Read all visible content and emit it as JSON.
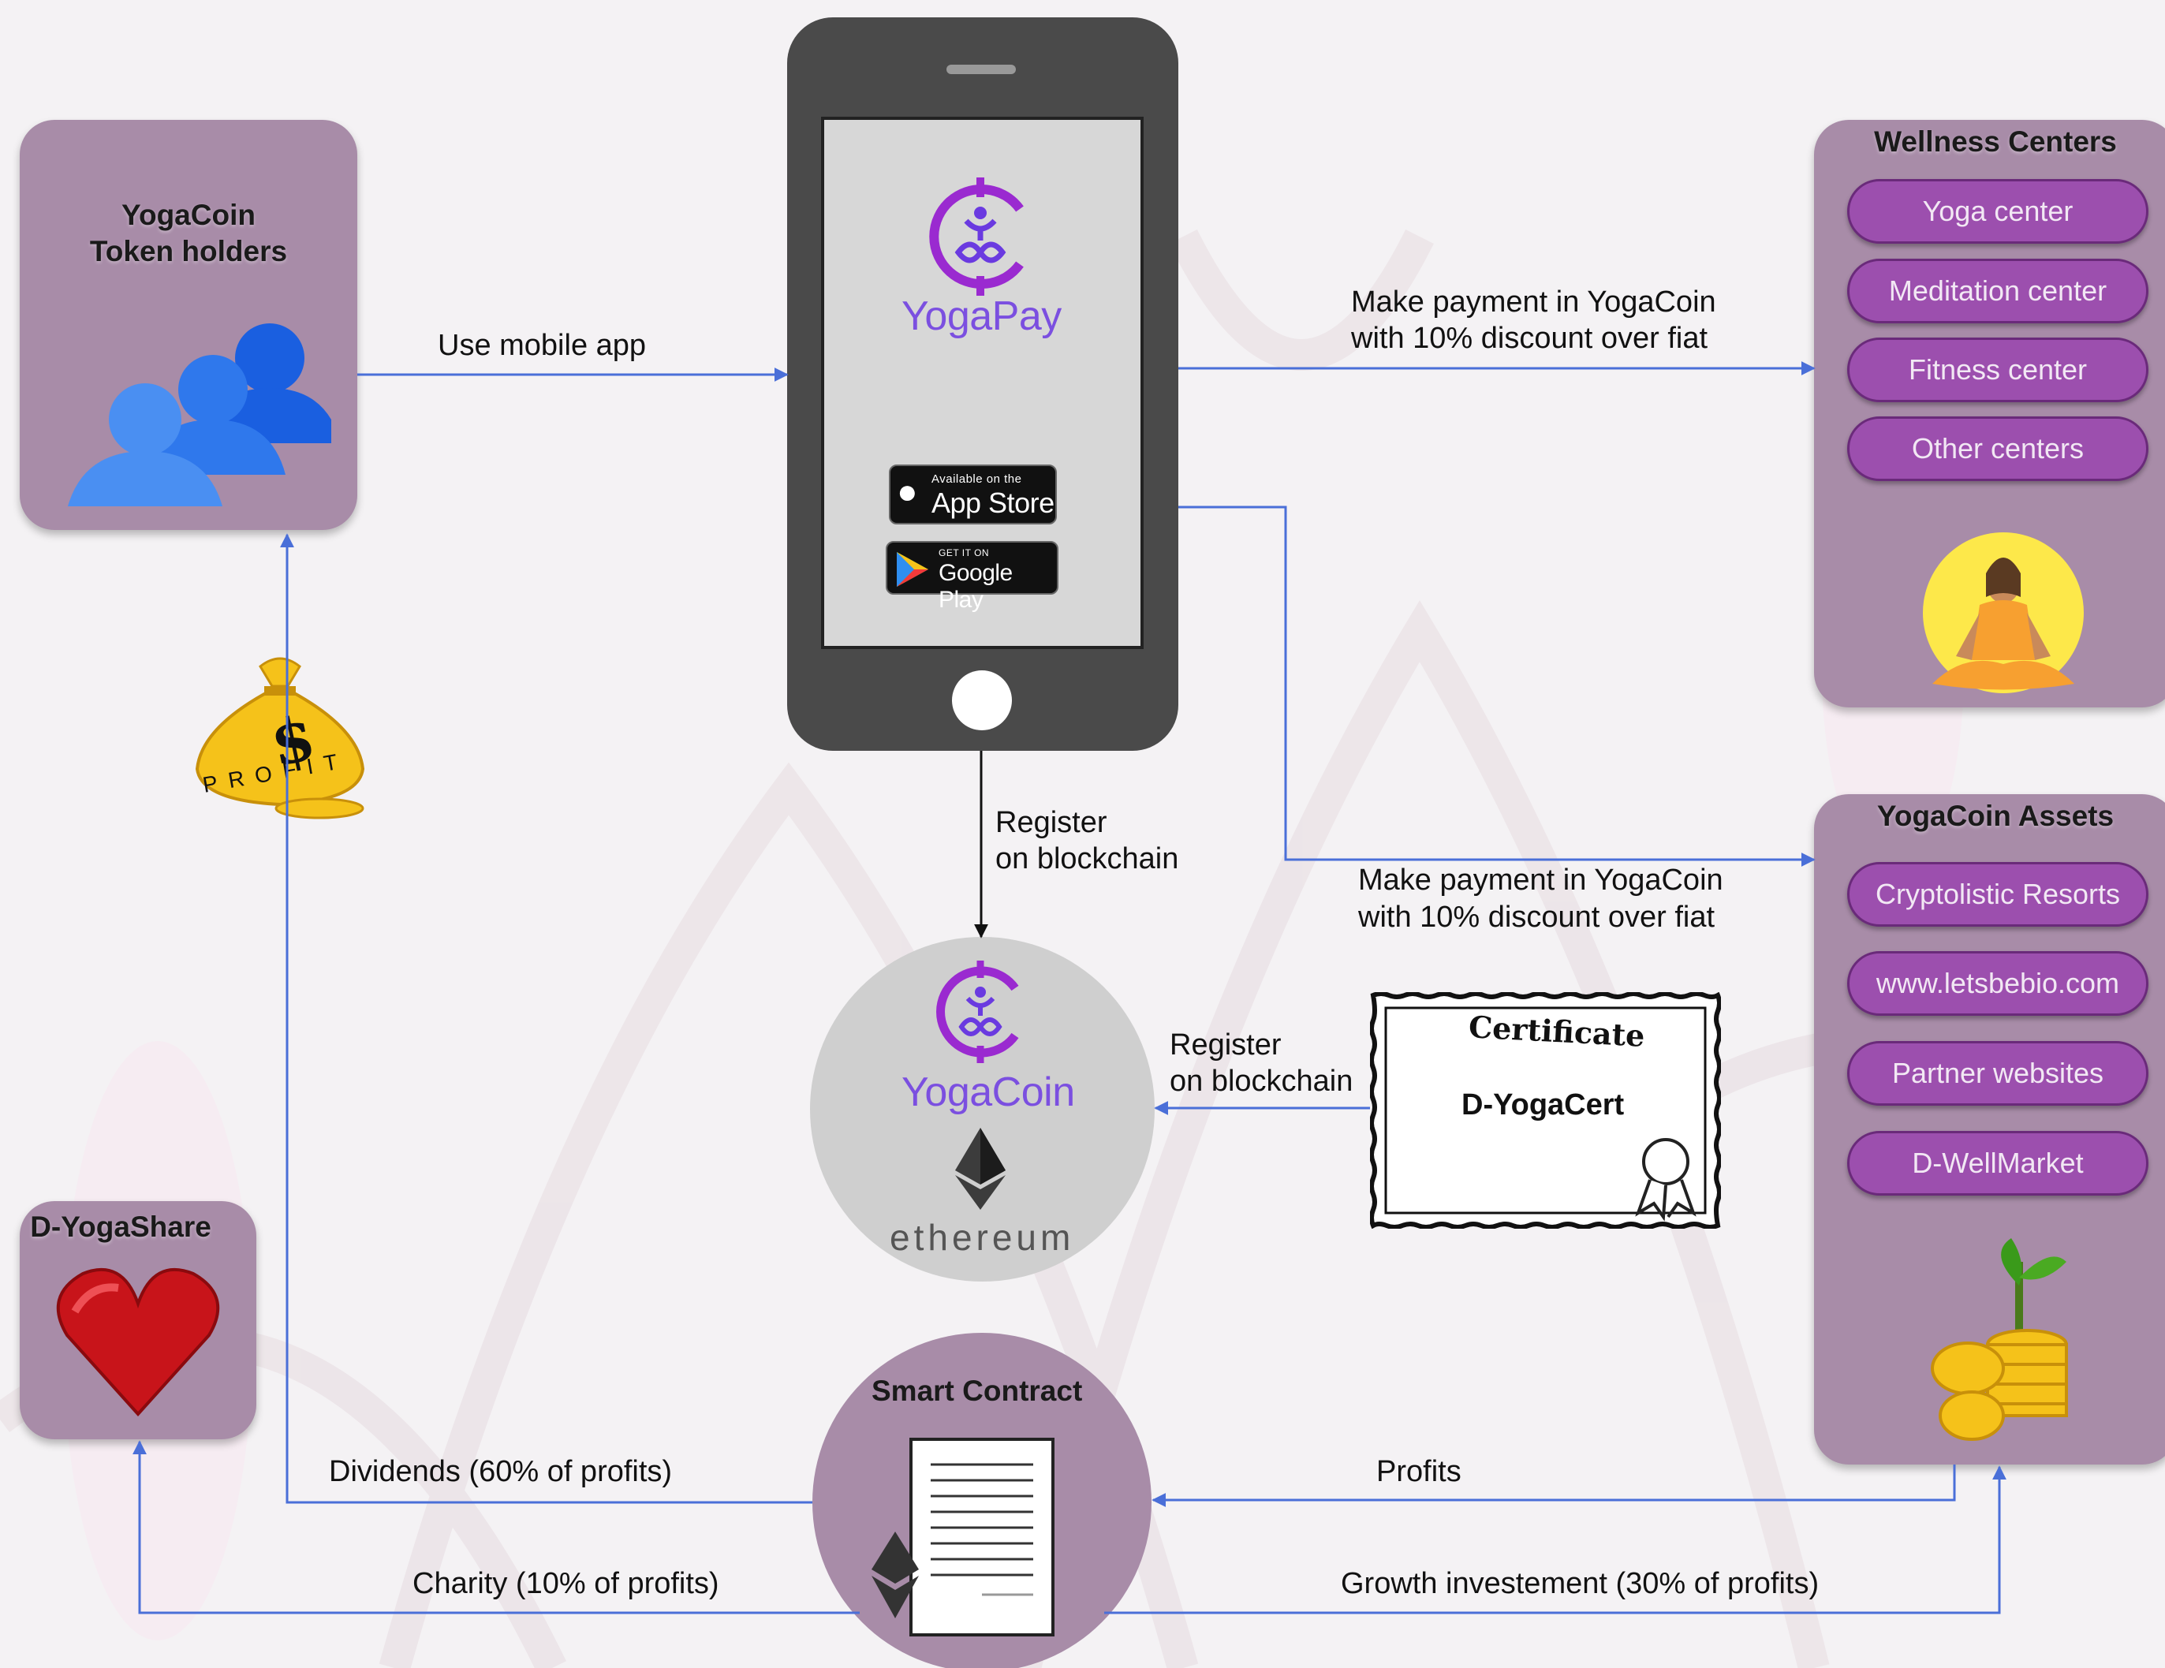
{
  "token_holders": {
    "title_line1": "YogaCoin",
    "title_line2": "Token holders"
  },
  "wellness": {
    "title": "Wellness Centers",
    "items": [
      "Yoga center",
      "Meditation center",
      "Fitness center",
      "Other centers"
    ]
  },
  "assets": {
    "title": "YogaCoin Assets",
    "items": [
      "Cryptolistic Resorts",
      "www.letsbebio.com",
      "Partner websites",
      "D-WellMarket"
    ]
  },
  "yogashare": {
    "title": "D-YogaShare"
  },
  "phone": {
    "app_name": "YogaPay",
    "appstore_small": "Available on the",
    "appstore_big": "App Store",
    "googleplay_small": "GET IT ON",
    "googleplay_big": "Google Play"
  },
  "coin": {
    "name": "YogaCoin",
    "platform": "ethereum"
  },
  "certificate": {
    "heading": "Certificate",
    "name": "D-YogaCert"
  },
  "smart_contract": {
    "title": "Smart Contract"
  },
  "profit_bag": {
    "symbol": "$",
    "text": "PROFIT"
  },
  "flows": {
    "use_app": "Use mobile app",
    "pay_wellness_line1": "Make payment in YogaCoin",
    "pay_wellness_line2": "with 10% discount over fiat",
    "pay_assets_line1": "Make payment in YogaCoin",
    "pay_assets_line2": "with 10% discount over fiat",
    "register_app_line1": "Register",
    "register_app_line2": "on blockchain",
    "register_cert_line1": "Register",
    "register_cert_line2": "on blockchain",
    "profits": "Profits",
    "dividends": "Dividends (60% of profits)",
    "charity": "Charity (10% of profits)",
    "growth": "Growth investement (30% of profits)"
  },
  "colors": {
    "panel": "#a88ca8",
    "pill": "#9c4fae",
    "arrow_blue": "#4a6fd8",
    "brand_purple": "#7b4fe0",
    "phone_body": "#4a4a4a"
  }
}
